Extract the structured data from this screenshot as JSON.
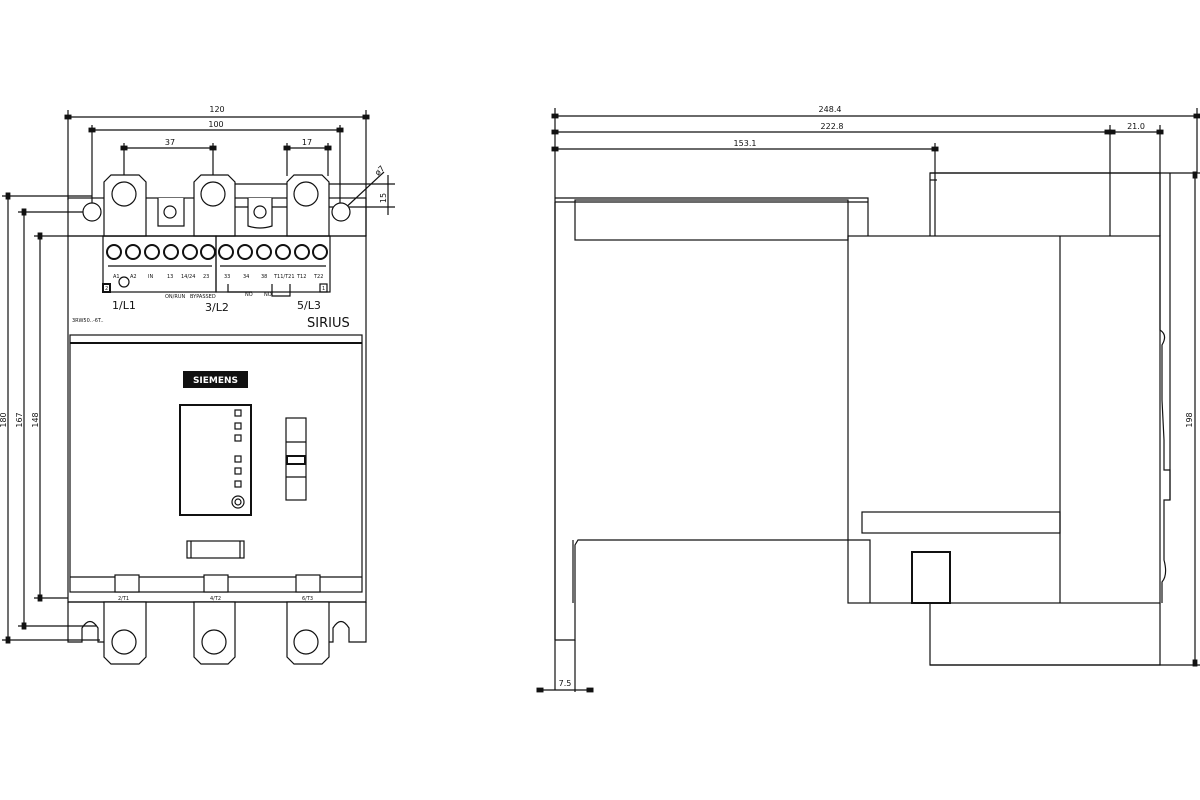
{
  "front_view": {
    "dimensions": {
      "overall_width": "120",
      "mount_hole_spacing": "100",
      "terminal_pitch": "37",
      "lug_width": "17",
      "hole_diameter": "ø7",
      "hole_offset": "15",
      "overall_height": "180",
      "mount_height": "167",
      "body_height": "148"
    },
    "line_labels": [
      "1/L1",
      "3/L2",
      "5/L3"
    ],
    "load_labels": [
      "2/T1",
      "4/T2",
      "6/T3"
    ],
    "control_terminals_left": [
      "A1",
      "A2",
      "IN",
      "13",
      "14/24",
      "23"
    ],
    "control_terminals_right": [
      "33",
      "34",
      "38",
      "T11/T21",
      "T12",
      "T22"
    ],
    "contact_labels": [
      "ON/RUN",
      "BYPASSED",
      "NO",
      "NO"
    ],
    "terminal_markers": [
      "2",
      "1"
    ],
    "model_number": "3RW50..-6T..",
    "product_name": "SIRIUS",
    "brand_logo": "SIEMENS"
  },
  "side_view": {
    "dimensions": {
      "overall_depth": "248.4",
      "body_depth": "222.8",
      "front_offset": "21.0",
      "rail_depth": "153.1",
      "height": "198",
      "flange": "7.5"
    }
  },
  "colors": {
    "line": "#111111",
    "background": "#ffffff"
  }
}
